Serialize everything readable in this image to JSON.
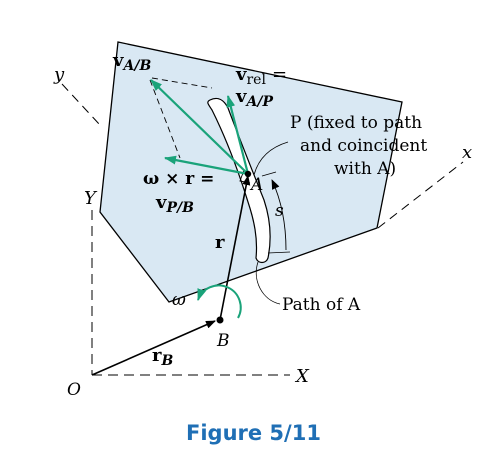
{
  "figure": {
    "caption": "Figure 5/11",
    "labels": {
      "v_AB_main": "v",
      "v_AB_sub": "A/B",
      "v_rel_line1": "v",
      "v_rel_sub": "rel",
      "v_rel_eq": "=",
      "v_AP_main": "v",
      "v_AP_sub": "A/P",
      "omega_cross_r": "ω × r =",
      "v_PB_main": "v",
      "v_PB_sub": "P/B",
      "P_desc_1": "P (fixed to path",
      "P_desc_2": "and coincident",
      "P_desc_3": "with A)",
      "point_A": "A",
      "point_B": "B",
      "point_O": "O",
      "axis_X": "X",
      "axis_Y": "Y",
      "axis_x": "x",
      "axis_y": "y",
      "vec_r": "r",
      "vec_rB_main": "r",
      "vec_rB_sub": "B",
      "omega": "ω",
      "arc_s": "s",
      "path_of_A": "Path of A"
    },
    "colors": {
      "plate": "#d9e8f3",
      "green": "#1aa37a",
      "caption": "#1f6fb5"
    }
  }
}
